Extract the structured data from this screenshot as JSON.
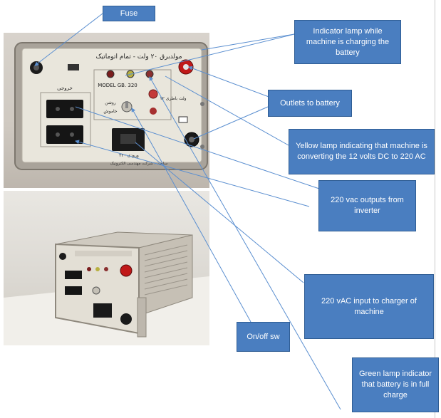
{
  "labels": {
    "fuse": "Fuse",
    "indicator_lamp": "Indicator lamp while machine is charging the battery",
    "outlets_battery": "Outlets to  battery",
    "yellow_lamp": "Yellow lamp indicating that machine is converting the 12 volts DC to 220 AC",
    "outputs_220": "220  vac outputs from inverter",
    "input_220": "220  vAC  input to charger of machine",
    "onoff": "On/off sw",
    "green_lamp": "Green lamp indicator that battery is in full charge"
  },
  "device_panel": {
    "title_arabic": "مولدبرق ۲۰ ولت - تمام اتوماتیک",
    "model": "MODEL  GB. 320",
    "output_label": "خروجی",
    "on_label": "روشن",
    "off_label": "خاموش",
    "volts_label": "۱۲ ولت باطری",
    "input_label": "ورودی ۲۲۰",
    "maker_label": "ساخت : شرکت مهندسی الکترونیک"
  },
  "colors": {
    "callout_fill": "#4a7ec0",
    "callout_border": "#2f5d94",
    "connector_line": "#5b8fd0",
    "panel_face": "#e9e6dc",
    "red_terminal": "#c01818",
    "black_terminal": "#1a1a1a"
  }
}
